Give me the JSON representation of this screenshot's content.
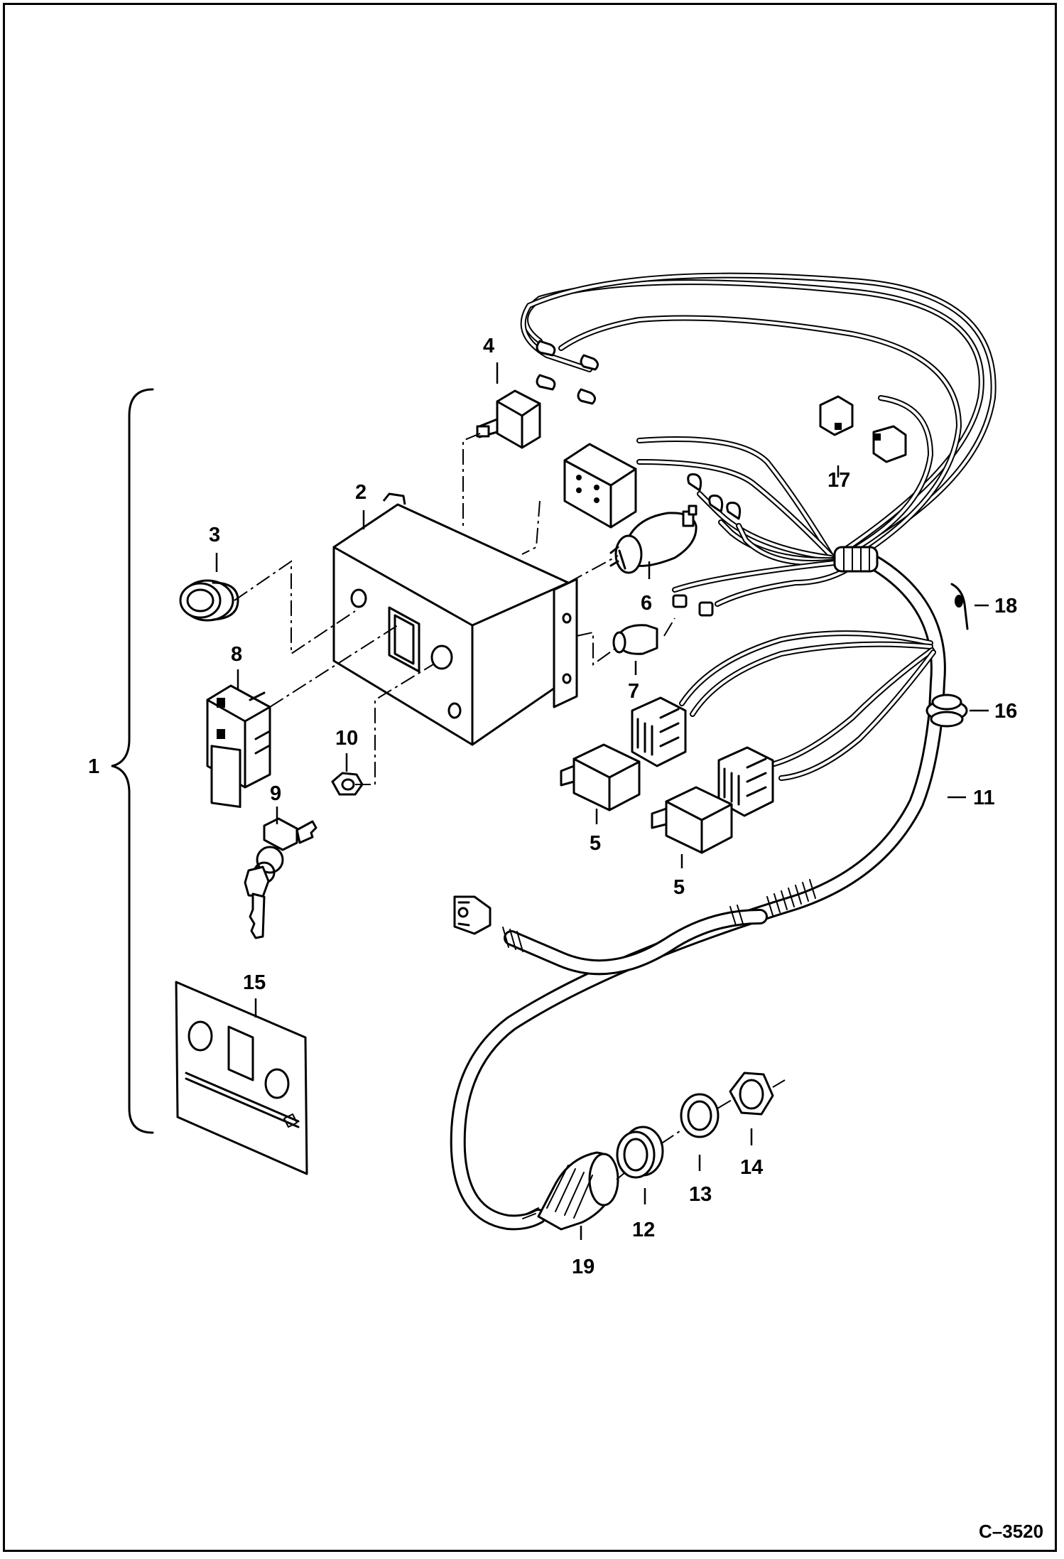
{
  "diagram": {
    "figure_id": "C–3520",
    "callouts": {
      "c1": "1",
      "c2": "2",
      "c3": "3",
      "c4": "4",
      "c5a": "5",
      "c5b": "5",
      "c6": "6",
      "c7": "7",
      "c8": "8",
      "c9": "9",
      "c10": "10",
      "c11": "11",
      "c12": "12",
      "c13": "13",
      "c14": "14",
      "c15": "15",
      "c16": "16",
      "c17": "17",
      "c18": "18",
      "c19": "19"
    }
  }
}
